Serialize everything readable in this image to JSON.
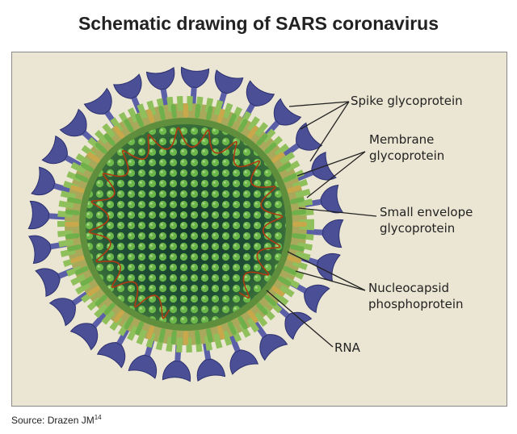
{
  "title": "Schematic drawing of SARS coronavirus",
  "labels": {
    "spike_glycoprotein": "Spike glycoprotein",
    "membrane_line1": "Membrane",
    "membrane_line2": "glycoprotein",
    "small_envelope_line1": "Small envelope",
    "small_envelope_line2": "glycoprotein",
    "nucleocapsid_line1": "Nucleocapsid",
    "nucleocapsid_line2": "phosphoprotein",
    "rna": "RNA"
  },
  "source": {
    "text": "Source: Drazen JM",
    "ref": "14"
  },
  "colors": {
    "panel_background": "#ebe6d3",
    "spike": "#4a4f96",
    "membrane": "#8fbf5a",
    "core": "#1f4f35",
    "core_dots": "#6cc04a",
    "rna": "#b03a10"
  }
}
